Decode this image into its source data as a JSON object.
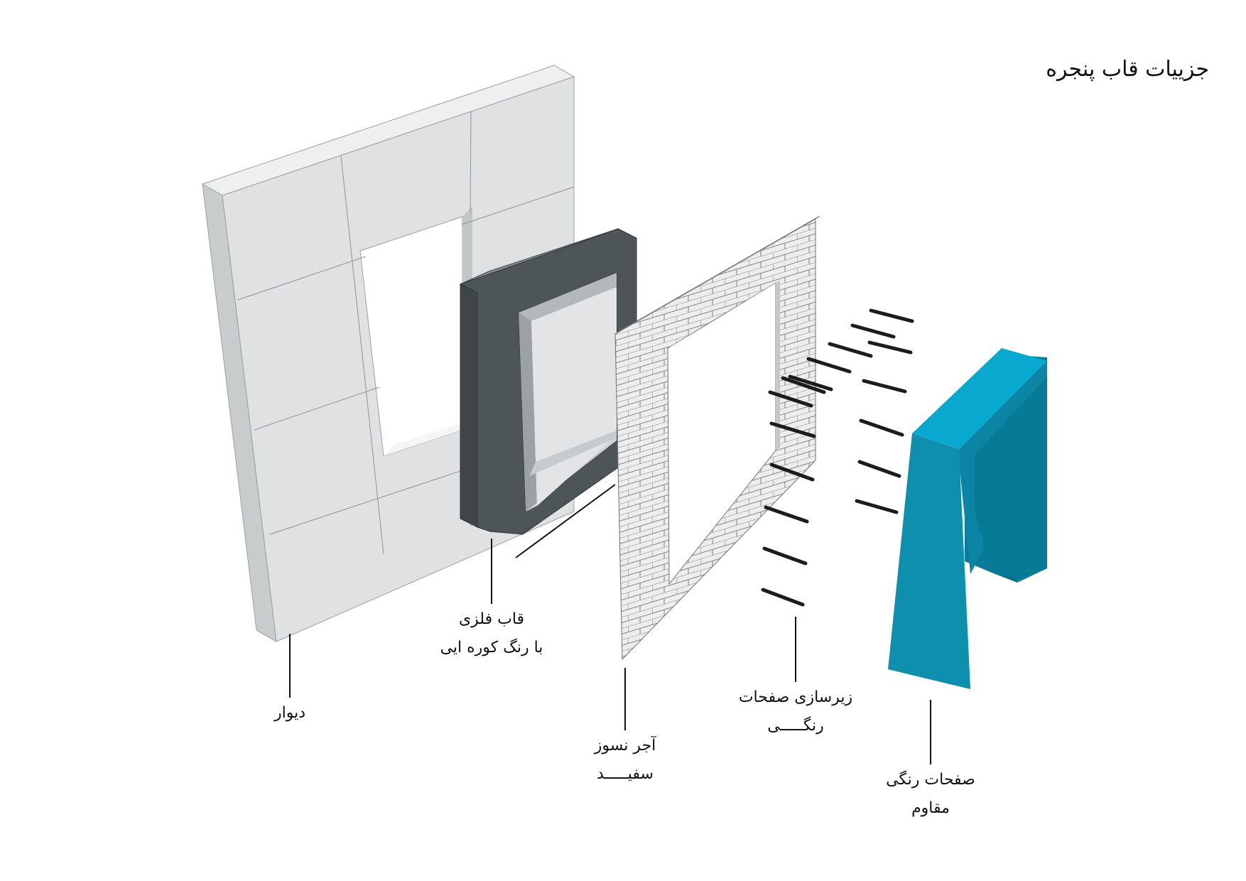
{
  "title": "جزییات  قاب پنجره",
  "labels": {
    "wall": [
      "دیوار"
    ],
    "metal_frame": [
      "قاب فلزی",
      "با رنگ کوره ایی"
    ],
    "brick": [
      "آجر نسوز",
      "سفیـــــد"
    ],
    "substructure": [
      "زیرسازی صفحات",
      "رنگـــــی"
    ],
    "panels": [
      "صفحات رنگی",
      "مقاوم"
    ]
  },
  "colors": {
    "wall_light": "#dfe1e2",
    "wall_top": "#eef0f0",
    "frame_dark": "#4e5558",
    "frame_mid": "#8c9295",
    "brick_face": "#e9eaeb",
    "panel_front": "#0e8fae",
    "panel_top": "#09a9cf",
    "panel_back": "#087089",
    "ink": "#111111"
  }
}
